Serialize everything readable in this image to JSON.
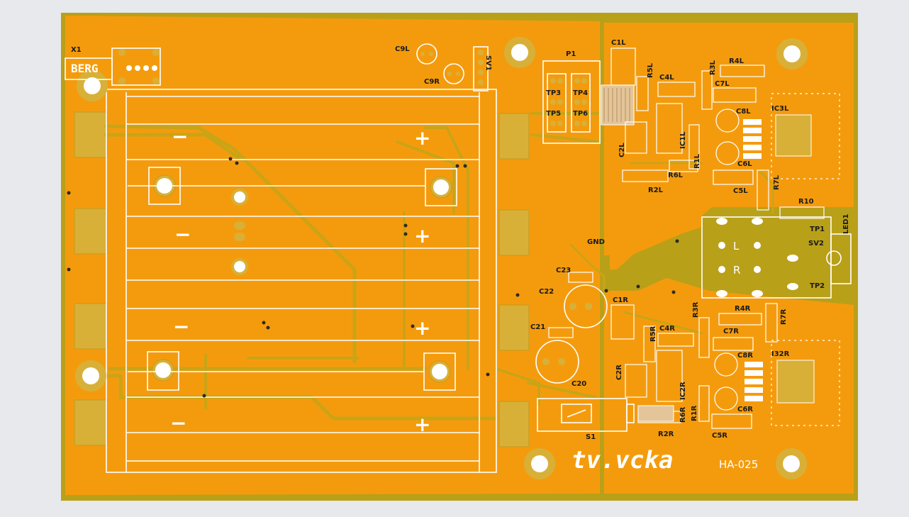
{
  "board": {
    "name": "HA-025",
    "brand": "tv.vcka",
    "colors": {
      "copper": "#f49b0d",
      "substrate": "#b9a019",
      "silkscreen": "#ffffff",
      "pad": "#d8b038",
      "background": "#e7e9ec"
    }
  },
  "labels": {
    "x1": "X1",
    "berg": "BERG",
    "c9l": "C9L",
    "c9r": "C9R",
    "sv1": "SV1",
    "p1": "P1",
    "tp3": "TP3",
    "tp4": "TP4",
    "tp5": "TP5",
    "tp6": "TP6",
    "c1l": "C1L",
    "r5l": "R5L",
    "c4l": "C4L",
    "r3l": "R3L",
    "r4l": "R4L",
    "c7l": "C7L",
    "c8l": "C8L",
    "ic3l": "IC3L",
    "ic1l": "IC1L",
    "c2l": "C2L",
    "r1l": "R1L",
    "r6l": "R6L",
    "c6l": "C6L",
    "r2l": "R2L",
    "c5l": "C5L",
    "r7l": "R7L",
    "r10": "R10",
    "led1": "LED1",
    "tp1": "TP1",
    "sv2": "SV2",
    "tp2": "TP2",
    "jack_l": "L",
    "jack_r": "R",
    "gnd": "GND",
    "c23": "C23",
    "c22": "C22",
    "c1r": "C1R",
    "c21": "C21",
    "c20": "C20",
    "r3r": "R3R",
    "r4r": "R4R",
    "r7r": "R7R",
    "r5r": "R5R",
    "c4r": "C4R",
    "c7r": "C7R",
    "c8r": "C8R",
    "ic3r": "I32R",
    "c2r": "C2R",
    "ic2r": "IC2R",
    "r1r": "R1R",
    "r6r": "R6R",
    "c6r": "C6R",
    "s1": "S1",
    "r2r": "R2R",
    "c5r": "C5R",
    "minus": "−",
    "plus": "+"
  }
}
